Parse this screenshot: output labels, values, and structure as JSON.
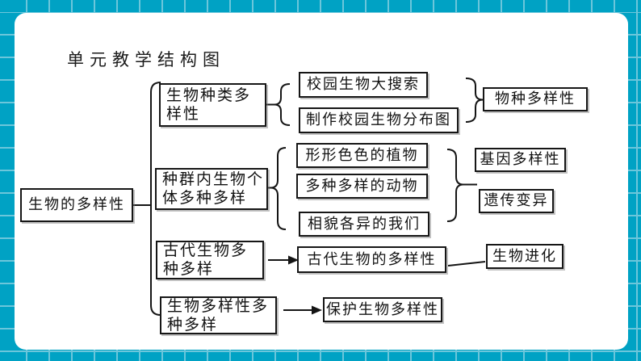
{
  "slide": {
    "title": "单元教学结构图",
    "colors": {
      "background_teal": "#00a2c4",
      "grid_line": "#6cc6db",
      "panel": "#ffffff",
      "line": "#151515"
    }
  },
  "diagram": {
    "root": {
      "label": "生物的多样性"
    },
    "branches": [
      {
        "topic": {
          "label": "生物种类多样性",
          "lines": [
            "生物种类多",
            "样性"
          ]
        },
        "connector_to_children": "brace",
        "children": [
          {
            "label": "校园生物大搜索"
          },
          {
            "label": "制作校园生物分布图"
          }
        ],
        "connector_to_outcomes": "brace",
        "outcomes": [
          {
            "label": "物种多样性"
          }
        ]
      },
      {
        "topic": {
          "label": "种群内生物个体多种多样",
          "lines": [
            "种群内生物个",
            "体多种多样"
          ]
        },
        "connector_to_children": "brace",
        "children": [
          {
            "label": "形形色色的植物"
          },
          {
            "label": "多种多样的动物"
          },
          {
            "label": "相貌各异的我们"
          }
        ],
        "connector_to_outcomes": "brace",
        "outcomes": [
          {
            "label": "基因多样性"
          },
          {
            "label": "遗传变异"
          }
        ]
      },
      {
        "topic": {
          "label": "古代生物多种多样",
          "lines": [
            "古代生物多",
            "种多样"
          ]
        },
        "connector_to_children": "arrow",
        "children": [
          {
            "label": "古代生物的多样性"
          }
        ],
        "connector_to_outcomes": "line",
        "outcomes": [
          {
            "label": "生物进化"
          }
        ]
      },
      {
        "topic": {
          "label": "生物多样性多种多样",
          "lines": [
            "生物多样性多",
            "种多样"
          ]
        },
        "connector_to_children": "arrow",
        "children": [
          {
            "label": "保护生物多样性"
          }
        ],
        "outcomes": []
      }
    ]
  }
}
